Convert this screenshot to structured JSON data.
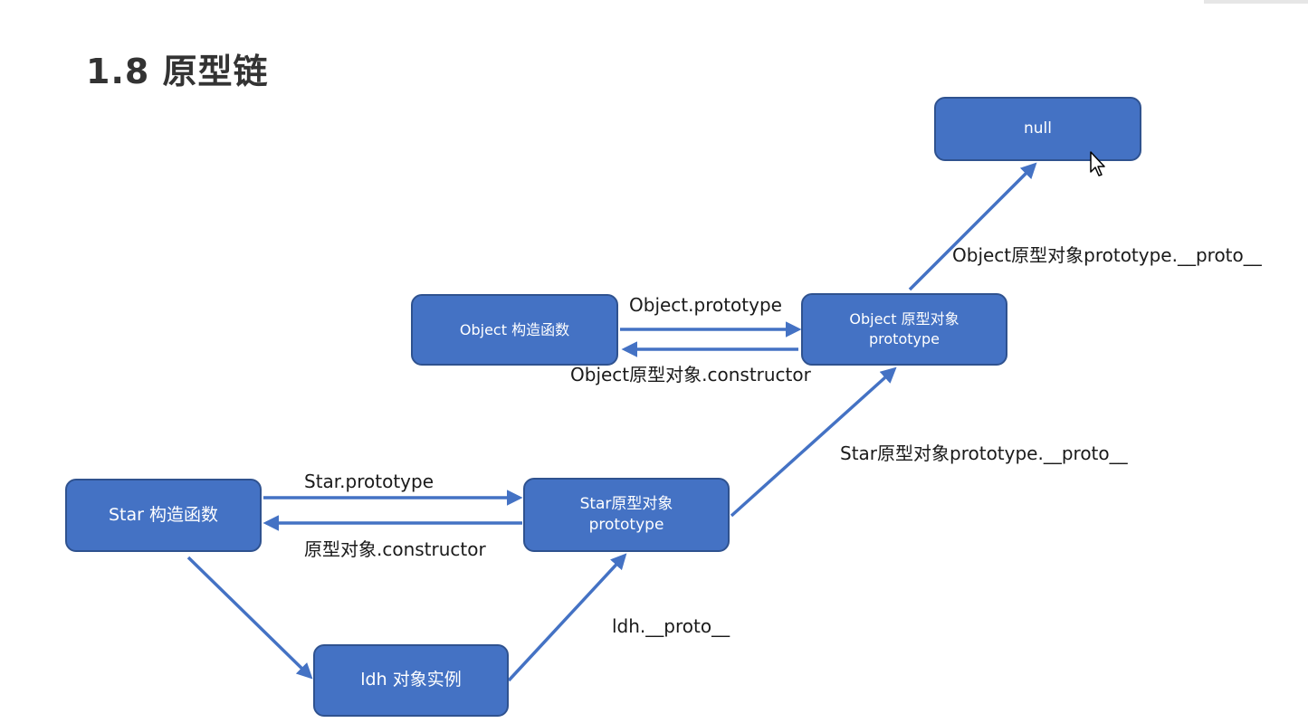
{
  "title": "1.8 原型链",
  "nodes": {
    "null": {
      "label": "null"
    },
    "object_constructor": {
      "label": "Object 构造函数"
    },
    "object_prototype": {
      "line1": "Object 原型对象",
      "line2": "prototype"
    },
    "star_constructor": {
      "label": "Star 构造函数"
    },
    "star_prototype": {
      "line1": "Star原型对象",
      "line2": "prototype"
    },
    "ldh_instance": {
      "label": "ldh 对象实例"
    }
  },
  "edges": {
    "object_proto_to_null": "Object原型对象prototype.__proto__",
    "object_prototype": "Object.prototype",
    "object_constructor_back": "Object原型对象.constructor",
    "star_proto_to_object": "Star原型对象prototype.__proto__",
    "star_prototype": "Star.prototype",
    "star_constructor_back": "原型对象.constructor",
    "ldh_proto": "ldh.__proto__"
  },
  "colors": {
    "node_fill": "#4472c4",
    "node_border": "#2f528f",
    "arrow": "#4472c4"
  },
  "icons": {
    "cursor": "mouse-pointer-icon"
  }
}
